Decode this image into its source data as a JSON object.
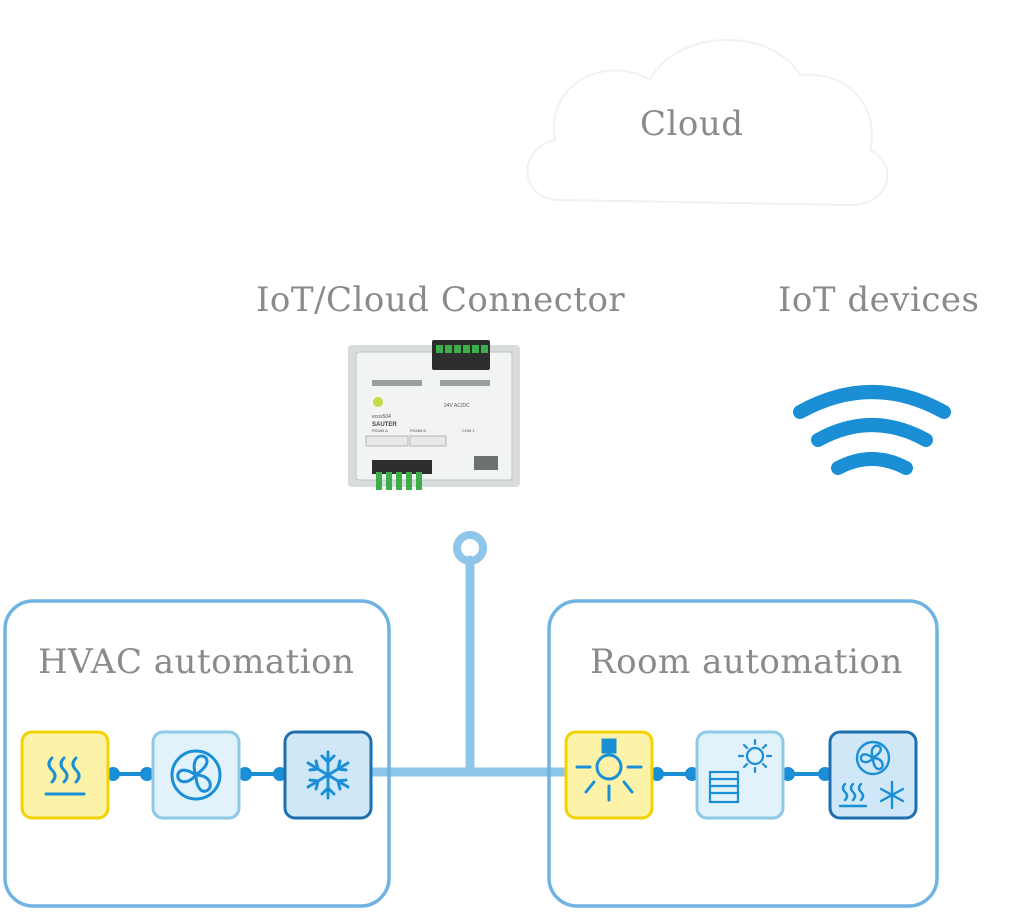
{
  "cloud": {
    "label": "Cloud"
  },
  "connector": {
    "label": "IoT/Cloud Connector",
    "brand": "SAUTER",
    "model": "ecos504",
    "power_label": "24V AC/DC",
    "port_a": "RS485 A",
    "port_b": "RS485 B",
    "com_label": "COM 1"
  },
  "iot": {
    "label": "IoT devices",
    "icon": "wifi-icon"
  },
  "hvac": {
    "label": "HVAC automation",
    "devices": [
      {
        "icon": "heating-icon",
        "color": "#fdf3a8",
        "border": "#f2d200"
      },
      {
        "icon": "fan-icon",
        "color": "#e2f2fb",
        "border": "#8ec9e8"
      },
      {
        "icon": "snowflake-icon",
        "color": "#cfe7f7",
        "border": "#1e6fae"
      }
    ]
  },
  "room": {
    "label": "Room automation",
    "devices": [
      {
        "icon": "light-bulb-icon",
        "color": "#fdf3a8",
        "border": "#f2d200"
      },
      {
        "icon": "blind-sun-icon",
        "color": "#e2f2fb",
        "border": "#8ec9e8"
      },
      {
        "icon": "fan-heat-cool-icon",
        "color": "#cfe7f7",
        "border": "#1e6fae"
      }
    ]
  },
  "colors": {
    "accent": "#1a8fd6",
    "line": "#8ec5ea",
    "frame": "#6fb3e3",
    "text": "#8a8a8a"
  }
}
